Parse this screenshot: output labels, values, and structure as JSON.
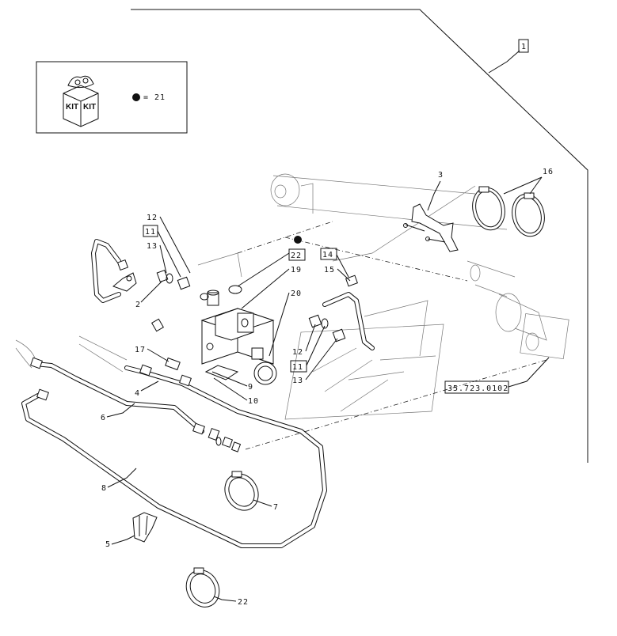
{
  "kit": {
    "box_labels": [
      "KIT",
      "KIT"
    ],
    "legend": "= 21"
  },
  "callouts": {
    "c1": "1",
    "c2": "2",
    "c3": "3",
    "c4": "4",
    "c5": "5",
    "c6": "6",
    "c7": "7",
    "c8": "8",
    "c9": "9",
    "c10": "10",
    "c11a": "11",
    "c11b": "11",
    "c12a": "12",
    "c12b": "12",
    "c13a": "13",
    "c13b": "13",
    "c14": "14",
    "c15": "15",
    "c16": "16",
    "c17": "17",
    "c19": "19",
    "c20": "20",
    "c22a": "22",
    "c22b": "22",
    "ref": "35.723.0102"
  },
  "colors": {
    "ink": "#111111",
    "ghost": "#777777"
  }
}
